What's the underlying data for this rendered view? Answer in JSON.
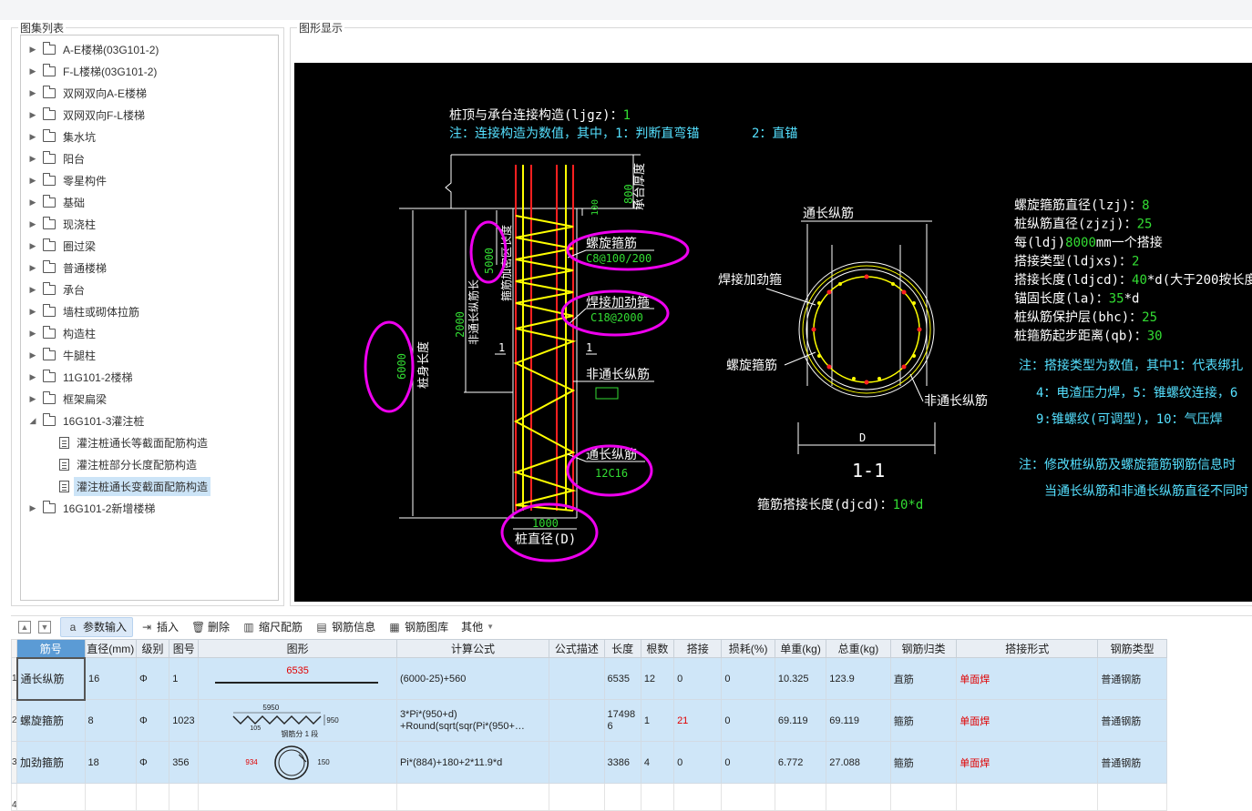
{
  "left_panel": {
    "title": "图集列表",
    "tree": [
      {
        "label": "A-E楼梯(03G101-2)",
        "type": "folder",
        "expanded": false
      },
      {
        "label": "F-L楼梯(03G101-2)",
        "type": "folder",
        "expanded": false
      },
      {
        "label": "双网双向A-E楼梯",
        "type": "folder",
        "expanded": false
      },
      {
        "label": "双网双向F-L楼梯",
        "type": "folder",
        "expanded": false
      },
      {
        "label": "集水坑",
        "type": "folder",
        "expanded": false
      },
      {
        "label": "阳台",
        "type": "folder",
        "expanded": false
      },
      {
        "label": "零星构件",
        "type": "folder",
        "expanded": false
      },
      {
        "label": "基础",
        "type": "folder",
        "expanded": false
      },
      {
        "label": "现浇柱",
        "type": "folder",
        "expanded": false
      },
      {
        "label": "圈过梁",
        "type": "folder",
        "expanded": false
      },
      {
        "label": "普通楼梯",
        "type": "folder",
        "expanded": false
      },
      {
        "label": "承台",
        "type": "folder",
        "expanded": false
      },
      {
        "label": "墙柱或砌体拉筋",
        "type": "folder",
        "expanded": false
      },
      {
        "label": "构造柱",
        "type": "folder",
        "expanded": false
      },
      {
        "label": "牛腿柱",
        "type": "folder",
        "expanded": false
      },
      {
        "label": "11G101-2楼梯",
        "type": "folder",
        "expanded": false
      },
      {
        "label": "框架扁梁",
        "type": "folder",
        "expanded": false
      },
      {
        "label": "16G101-3灌注桩",
        "type": "folder",
        "expanded": true
      },
      {
        "label": "灌注桩通长等截面配筋构造",
        "type": "doc",
        "selected": false
      },
      {
        "label": "灌注桩部分长度配筋构造",
        "type": "doc",
        "selected": false
      },
      {
        "label": "灌注桩通长变截面配筋构造",
        "type": "doc",
        "selected": true
      },
      {
        "label": "16G101-2新增楼梯",
        "type": "folder",
        "expanded": false
      }
    ]
  },
  "right_panel": {
    "title": "图形显示"
  },
  "drawing": {
    "param_line1_label": "桩顶与承台连接构造(ljgz)：",
    "param_line1_value": "1",
    "note1": "注：连接构造为数值，其中，1：判断直弯锚",
    "note1_b": "2：直锚",
    "dim_800": "800",
    "label_cap_thickness": "承台厚度",
    "dim_100": "100",
    "dim_5000": "5000",
    "label_stirrup_dense": "箍筋加密区长度",
    "label_non_long_len": "非通长纵筋长",
    "dim_2000": "2000",
    "dim_6000": "6000",
    "label_pile_len": "桩身长度",
    "label_spiral": "螺旋箍筋",
    "val_spiral": "C8@100/200",
    "label_weld_hoop": "焊接加劲箍",
    "val_weld_hoop": "C18@2000",
    "label_non_through": "非通长纵筋",
    "label_through": "通长纵筋",
    "val_through": "12C16",
    "section_mark": "1",
    "dim_1000": "1000",
    "label_pile_dia": "桩直径(D)",
    "sec_label_through": "通长纵筋",
    "sec_label_weld": "焊接加劲箍",
    "sec_label_spiral": "螺旋箍筋",
    "sec_label_non_through": "非通长纵筋",
    "sec_D": "D",
    "sec_title": "1-1",
    "lap_label": "箍筋搭接长度(djcd)：",
    "lap_value": "10*d",
    "params": [
      {
        "label": "螺旋箍筋直径(lzj)：",
        "value": "8"
      },
      {
        "label": "桩纵筋直径(zjzj)：",
        "value": "25"
      },
      {
        "label": "每(ldj)",
        "value": "8000",
        "suffix": "mm一个搭接"
      },
      {
        "label": "搭接类型(ldjxs)：",
        "value": "2"
      },
      {
        "label": "搭接长度(ldjcd)：",
        "value": "40",
        "suffix": "*d(大于200按长度"
      },
      {
        "label": "锚固长度(la)：",
        "value": "35",
        "suffix": "*d"
      },
      {
        "label": "桩纵筋保护层(bhc)：",
        "value": "25"
      },
      {
        "label": "桩箍筋起步距离(qb)：",
        "value": "30"
      }
    ],
    "note2_l1": "注：搭接类型为数值，其中1：代表绑扎",
    "note2_l2": "4：电渣压力焊，5：锥螺纹连接，6",
    "note2_l3": "9:锥螺纹(可调型)，10：气压焊",
    "note3_l1": "注：修改桩纵筋及螺旋箍筋钢筋信息时",
    "note3_l2": "当通长纵筋和非通长纵筋直径不同时"
  },
  "toolbar": {
    "up_icon": "arrow-up-icon",
    "down_icon": "arrow-down-icon",
    "param_input": "参数输入",
    "insert": "插入",
    "delete": "删除",
    "scale_rebar": "缩尺配筋",
    "rebar_info": "钢筋信息",
    "rebar_library": "钢筋图库",
    "other": "其他"
  },
  "table": {
    "headers": [
      "筋号",
      "直径(mm)",
      "级别",
      "图号",
      "图形",
      "计算公式",
      "公式描述",
      "长度",
      "根数",
      "搭接",
      "损耗(%)",
      "单重(kg)",
      "总重(kg)",
      "钢筋归类",
      "搭接形式",
      "钢筋类型"
    ],
    "rows": [
      {
        "idx": "1",
        "name": "通长纵筋",
        "dia": "16",
        "grade": "Φ",
        "fig": "1",
        "shape_text": "6535",
        "formula": "(6000-25)+560",
        "desc": "",
        "length": "6535",
        "count": "12",
        "lap": "0",
        "loss": "0",
        "unit_w": "10.325",
        "total_w": "123.9",
        "category": "直筋",
        "lap_type": "单面焊",
        "rebar_type": "普通钢筋"
      },
      {
        "idx": "2",
        "name": "螺旋箍筋",
        "dia": "8",
        "grade": "Φ",
        "fig": "1023",
        "shape_top": "5950",
        "shape_right": "950",
        "shape_left": "105",
        "shape_bottom": "钢筋分 1 段",
        "formula_l1": "3*Pi*(950+d)",
        "formula_l2": "+Round(sqrt(sqr(Pi*(950+…",
        "desc": "",
        "length_l1": "17498",
        "length_l2": "6",
        "count": "1",
        "lap": "21",
        "loss": "0",
        "unit_w": "69.119",
        "total_w": "69.119",
        "category": "箍筋",
        "lap_type": "单面焊",
        "rebar_type": "普通钢筋"
      },
      {
        "idx": "3",
        "name": "加劲箍筋",
        "dia": "18",
        "grade": "Φ",
        "fig": "356",
        "shape_left": "934",
        "shape_right": "150",
        "formula": "Pi*(884)+180+2*11.9*d",
        "desc": "",
        "length": "3386",
        "count": "4",
        "lap": "0",
        "loss": "0",
        "unit_w": "6.772",
        "total_w": "27.088",
        "category": "箍筋",
        "lap_type": "单面焊",
        "rebar_type": "普通钢筋"
      }
    ],
    "empty_idx": "4"
  },
  "colors": {
    "canvas_bg": "#000000",
    "cad_white": "#ffffff",
    "cad_green": "#33dd33",
    "cad_cyan": "#55e0ff",
    "cad_yellow": "#ffff00",
    "cad_red": "#ff2020",
    "highlight_magenta": "#ee00ee",
    "row_selected": "#cfe6f8",
    "header_accent": "#5b9bd5"
  }
}
